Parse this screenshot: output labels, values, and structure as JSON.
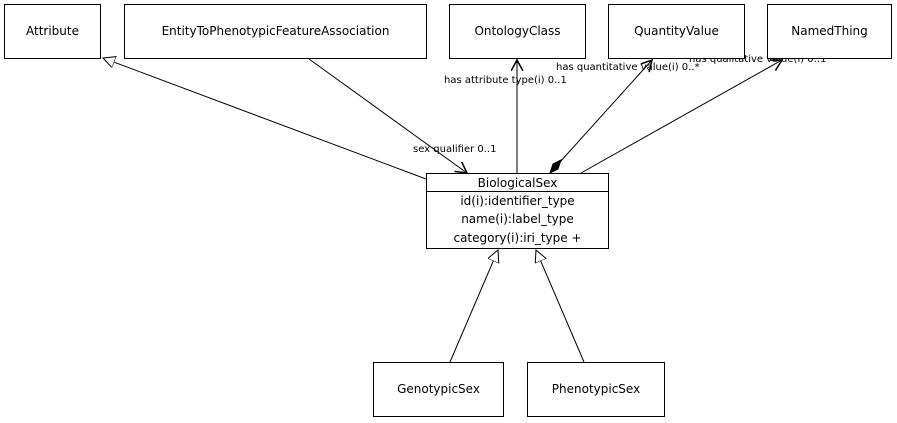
{
  "classes": {
    "attribute": "Attribute",
    "entity_assoc": "EntityToPhenotypicFeatureAssociation",
    "ontology_class": "OntologyClass",
    "quantity_value": "QuantityValue",
    "named_thing": "NamedThing",
    "biological_sex": {
      "name": "BiologicalSex",
      "attributes": [
        "id(i):identifier_type",
        "name(i):label_type",
        "category(i):iri_type +"
      ]
    },
    "genotypic_sex": "GenotypicSex",
    "phenotypic_sex": "PhenotypicSex"
  },
  "edges": {
    "sex_qualifier": "sex qualifier 0..1",
    "has_attribute_type": "has attribute type(i) 0..1",
    "has_quantitative_value": "has quantitative value(i) 0..*",
    "has_qualitative_value": "has qualitative value(i) 0..1"
  }
}
